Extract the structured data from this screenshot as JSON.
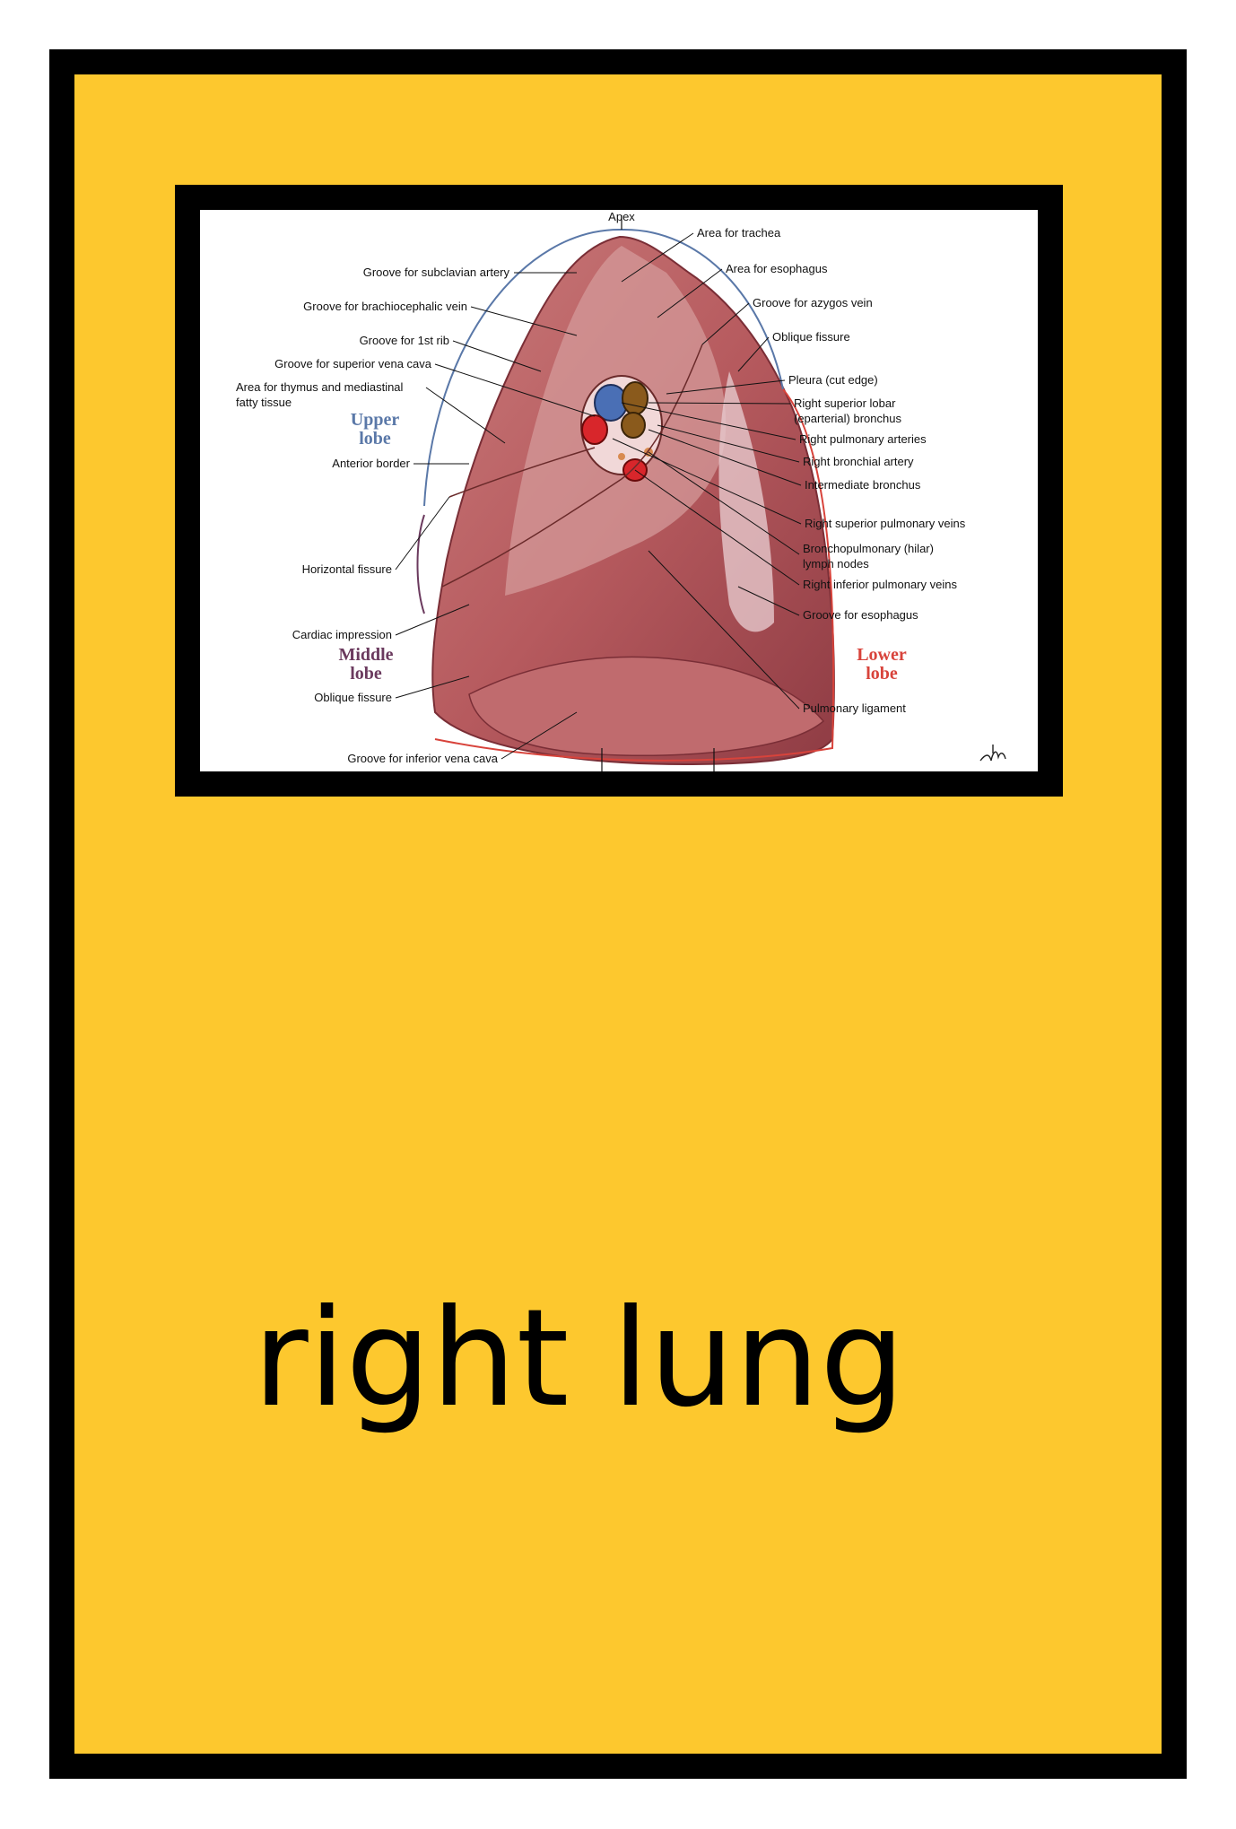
{
  "caption": "right lung",
  "figure": {
    "labels": {
      "apex": "Apex",
      "subclavian": "Groove for subclavian artery",
      "brachiocephalic": "Groove for brachiocephalic vein",
      "rib1": "Groove for 1st rib",
      "svc": "Groove for superior vena cava",
      "thymus_1": "Area for thymus and mediastinal",
      "thymus_2": "fatty tissue",
      "anterior_border": "Anterior border",
      "horizontal_fissure": "Horizontal fissure",
      "cardiac": "Cardiac impression",
      "oblique_left": "Oblique fissure",
      "ivc": "Groove for inferior vena cava",
      "trachea": "Area for trachea",
      "esophagus_area": "Area for esophagus",
      "azygos": "Groove for azygos vein",
      "oblique_right": "Oblique fissure",
      "pleura": "Pleura (cut edge)",
      "sup_lobar_1": "Right superior lobar",
      "sup_lobar_2": "(eparterial) bronchus",
      "pulm_arteries": "Right pulmonary arteries",
      "bronchial_artery": "Right bronchial artery",
      "intermediate": "Intermediate bronchus",
      "sup_veins": "Right superior pulmonary veins",
      "hilar_1": "Bronchopulmonary (hilar)",
      "hilar_2": "lymph nodes",
      "inf_veins": "Right inferior pulmonary veins",
      "esophagus_groove": "Groove for esophagus",
      "ligament": "Pulmonary ligament"
    },
    "lobes": {
      "upper_1": "Upper",
      "upper_2": "lobe",
      "middle_1": "Middle",
      "middle_2": "lobe",
      "lower_1": "Lower",
      "lower_2": "lobe"
    },
    "colors": {
      "upper": "#5a78a8",
      "middle": "#6b3a5e",
      "lower": "#d8433b",
      "tissue": "#b85a5c",
      "artery": "#4a6fb5",
      "vein": "#d8262b",
      "bronchus": "#8a5a1c"
    }
  }
}
